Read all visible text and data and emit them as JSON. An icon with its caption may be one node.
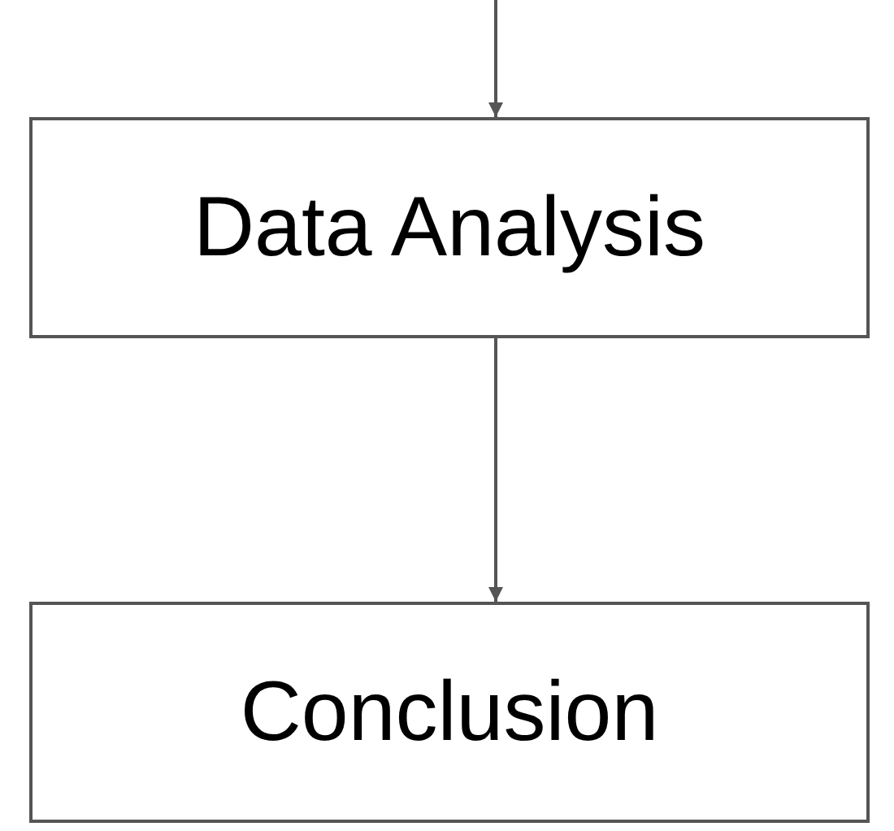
{
  "diagram": {
    "nodes": [
      {
        "text": [
          "Data Analysis"
        ]
      },
      {
        "text": [
          "Conclusion"
        ]
      }
    ],
    "edges": [
      {
        "from": null,
        "to": 0,
        "arrow": "to"
      },
      {
        "from": 0,
        "to": 1,
        "arrow": "to"
      }
    ]
  }
}
